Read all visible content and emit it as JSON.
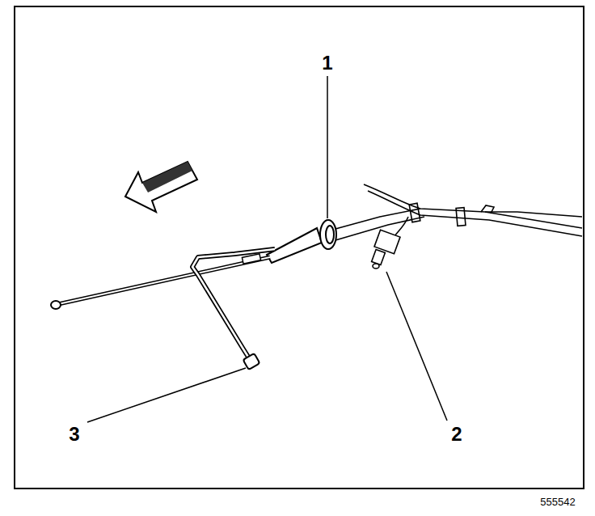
{
  "diagram": {
    "labels": [
      "1",
      "2",
      "3",
      "555542"
    ]
  }
}
